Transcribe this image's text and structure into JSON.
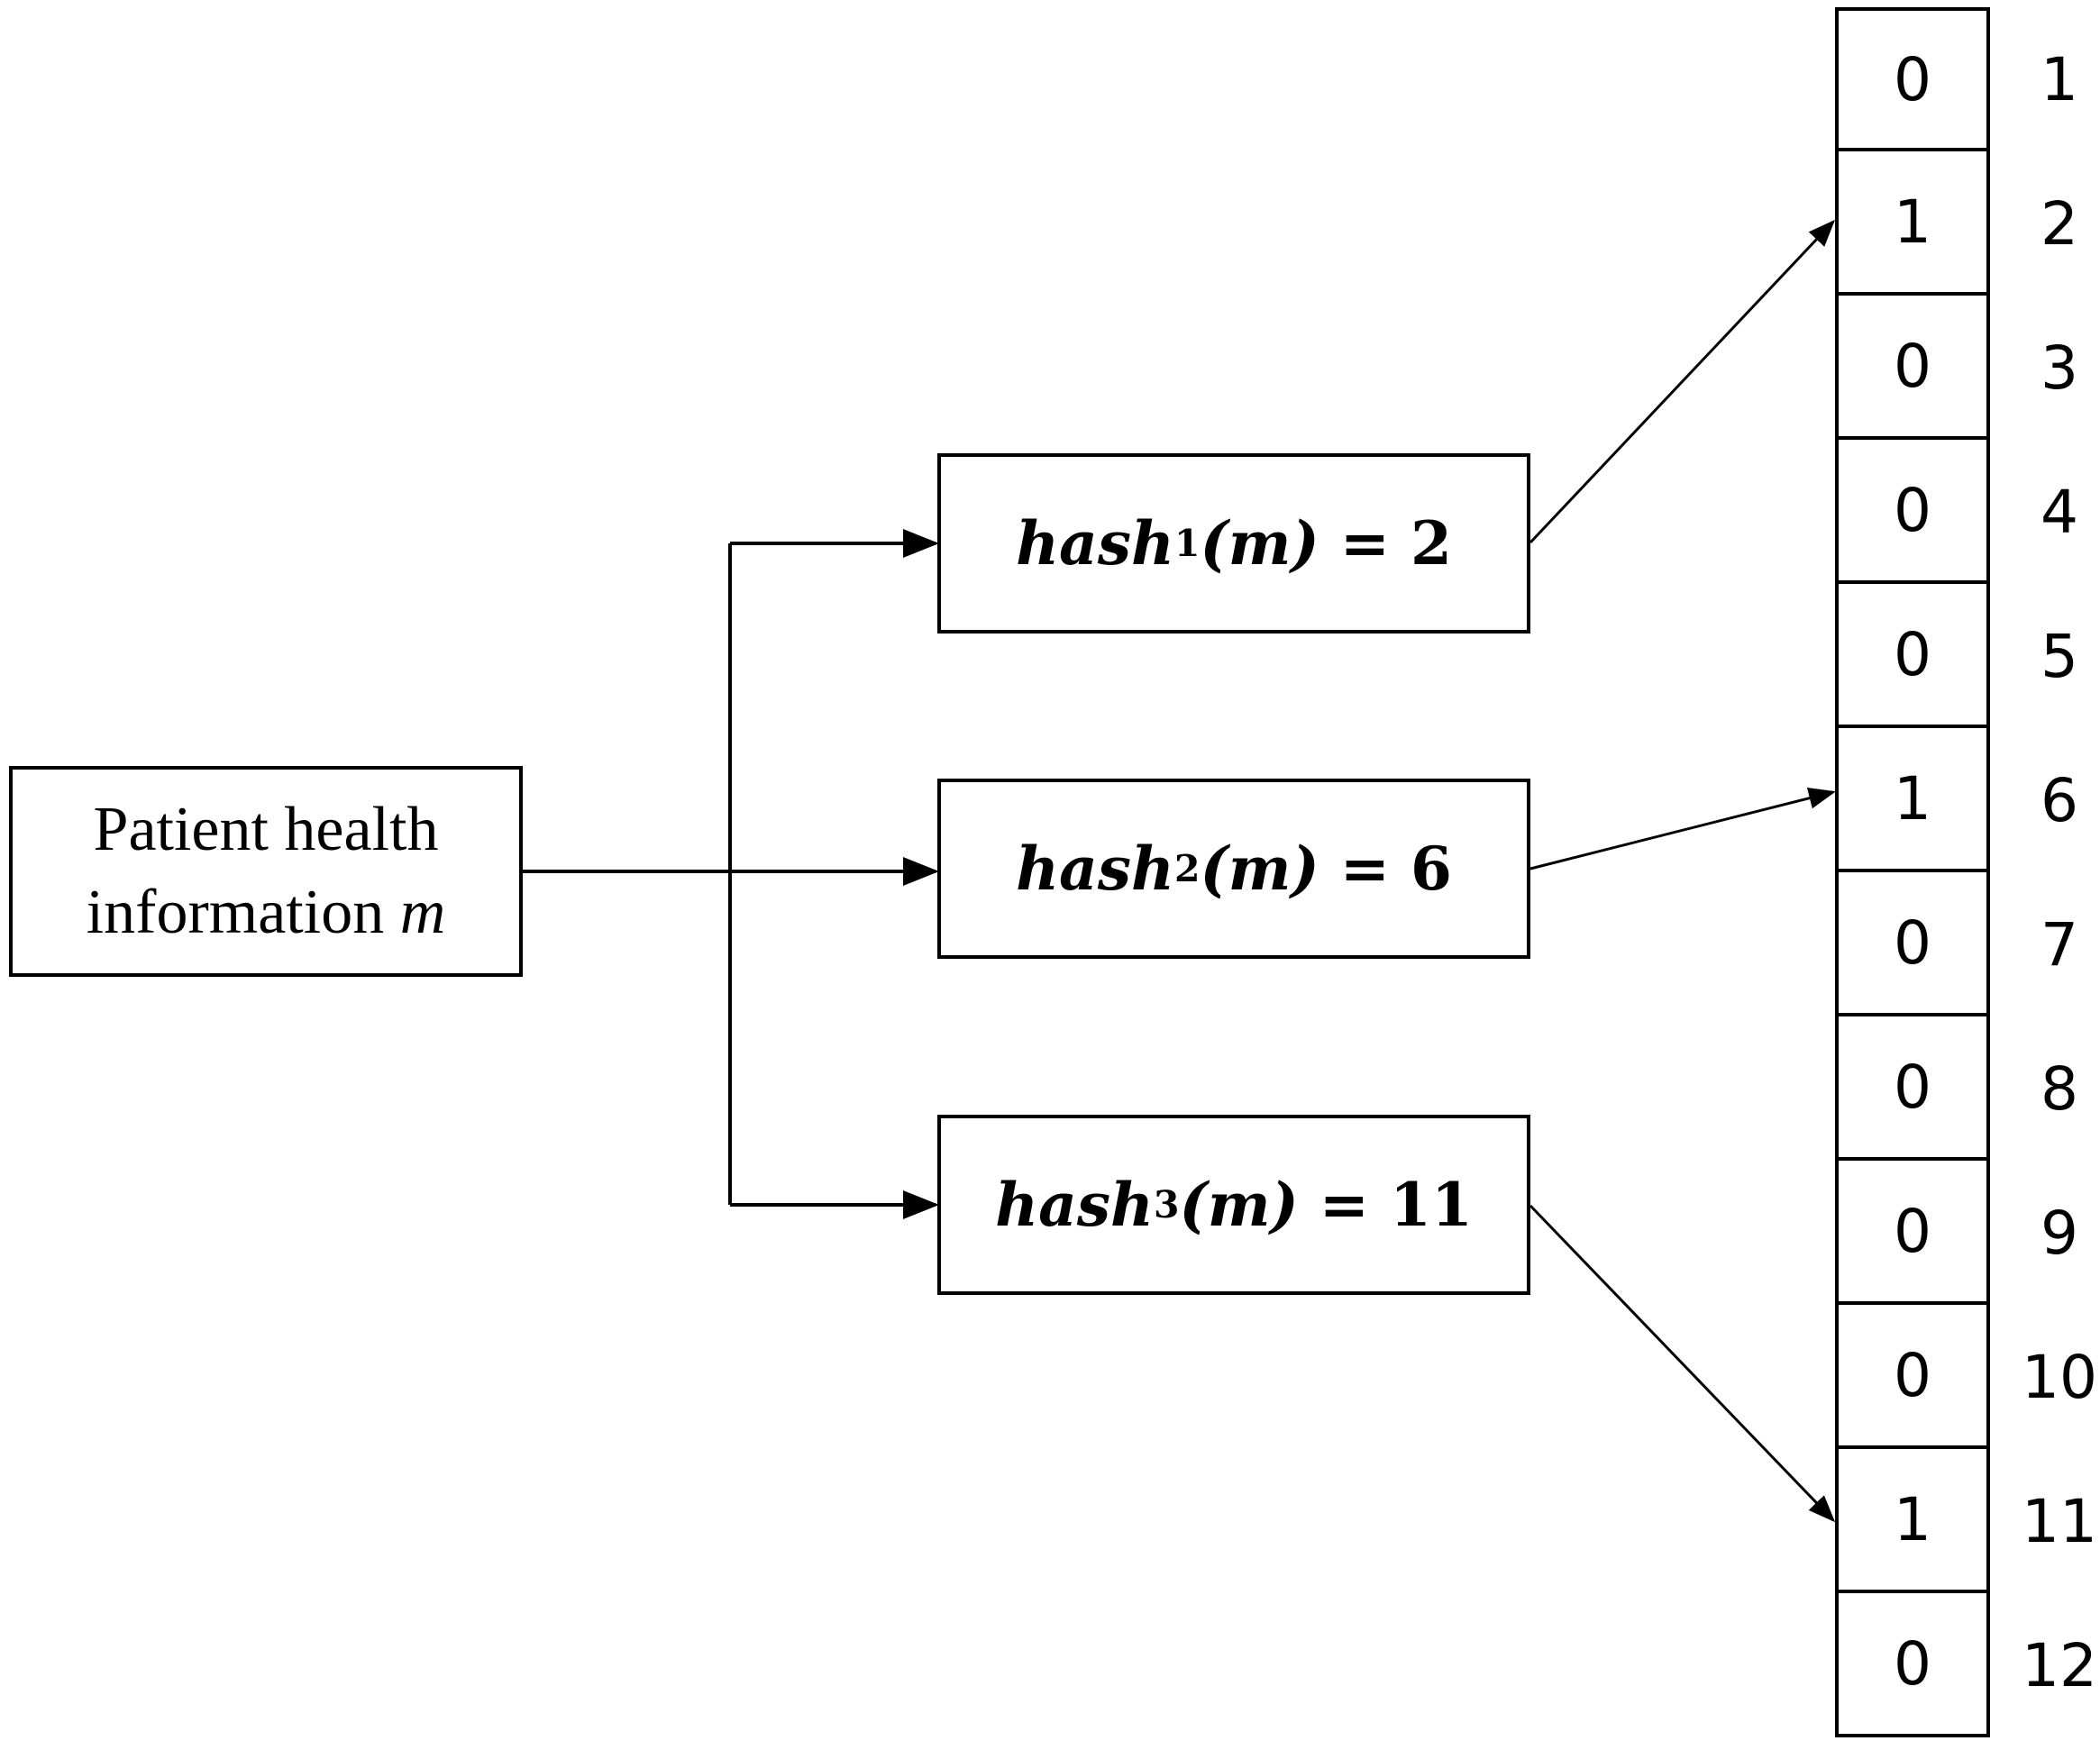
{
  "input": {
    "line1": "Patient health",
    "line2_text": "information",
    "line2_var": "m"
  },
  "hashes": [
    {
      "fn": "hash",
      "sub": "1",
      "arg": "(m)",
      "eq": " = ",
      "value": "2"
    },
    {
      "fn": "hash",
      "sub": "2",
      "arg": "(m)",
      "eq": " = ",
      "value": "6"
    },
    {
      "fn": "hash",
      "sub": "3",
      "arg": "(m)",
      "eq": " = ",
      "value": "11"
    }
  ],
  "bit_array": {
    "bits": [
      "0",
      "1",
      "0",
      "0",
      "0",
      "1",
      "0",
      "0",
      "0",
      "0",
      "1",
      "0"
    ],
    "indices": [
      "1",
      "2",
      "3",
      "4",
      "5",
      "6",
      "7",
      "8",
      "9",
      "10",
      "11",
      "12"
    ]
  }
}
